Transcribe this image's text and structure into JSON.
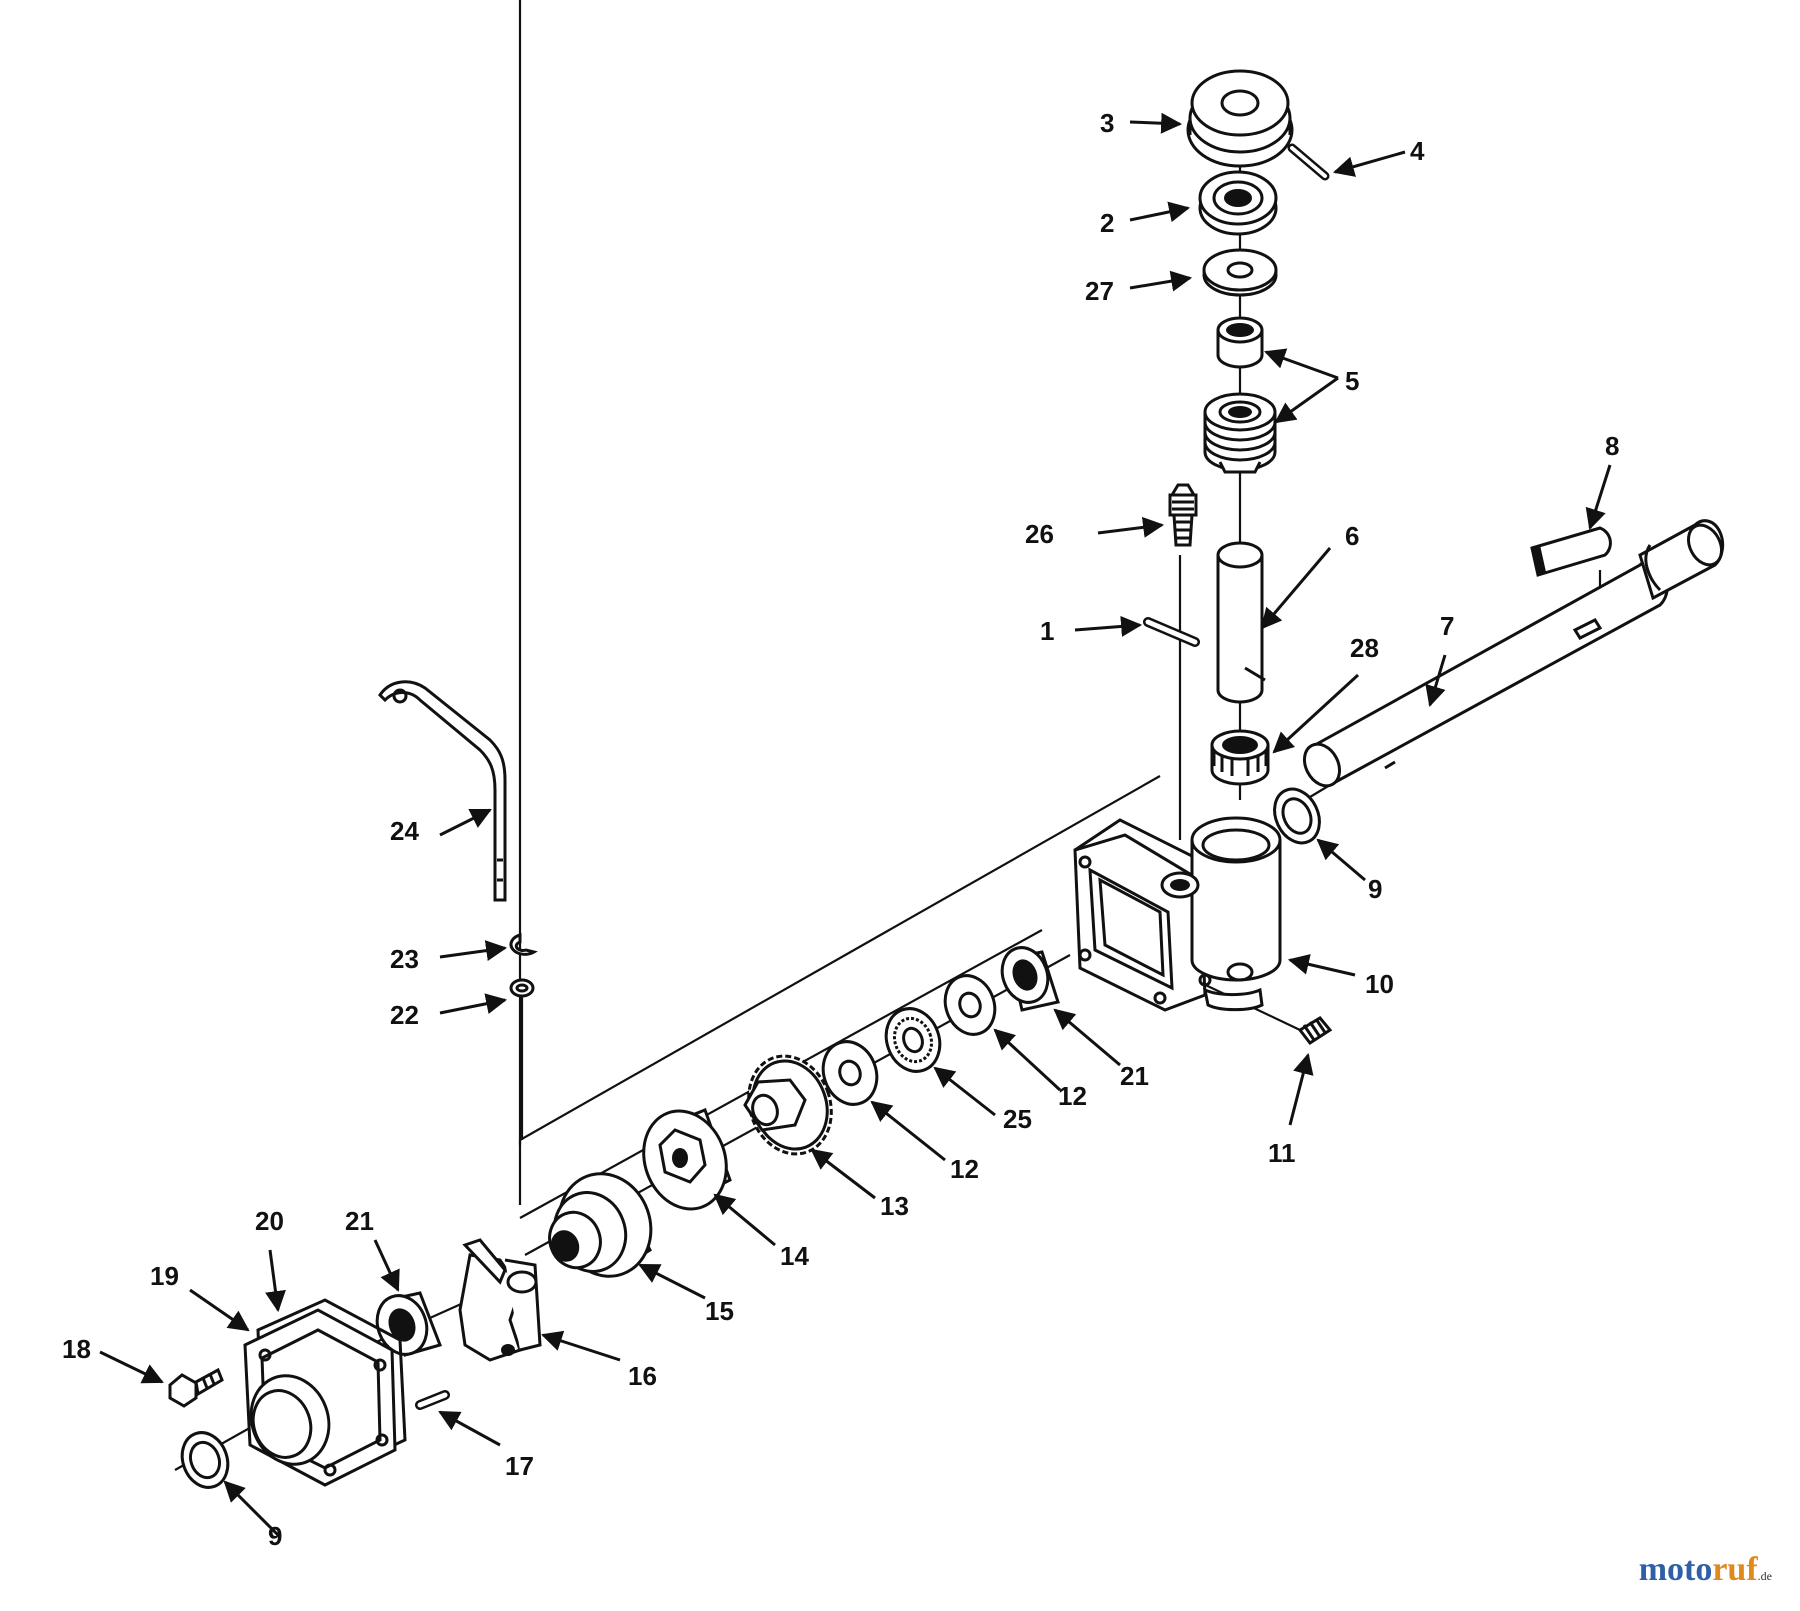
{
  "labels": {
    "l1": "1",
    "l2": "2",
    "l3": "3",
    "l4": "4",
    "l5": "5",
    "l6": "6",
    "l7": "7",
    "l8": "8",
    "l9a": "9",
    "l9b": "9",
    "l10": "10",
    "l11": "11",
    "l12a": "12",
    "l12b": "12",
    "l13": "13",
    "l14": "14",
    "l15": "15",
    "l16": "16",
    "l17": "17",
    "l18": "18",
    "l19": "19",
    "l20": "20",
    "l21a": "21",
    "l21b": "21",
    "l22": "22",
    "l23": "23",
    "l24": "24",
    "l25": "25",
    "l26": "26",
    "l27": "27",
    "l28": "28"
  },
  "watermark": {
    "part1": "moto",
    "part2": "ruf",
    "suffix": ".de"
  }
}
